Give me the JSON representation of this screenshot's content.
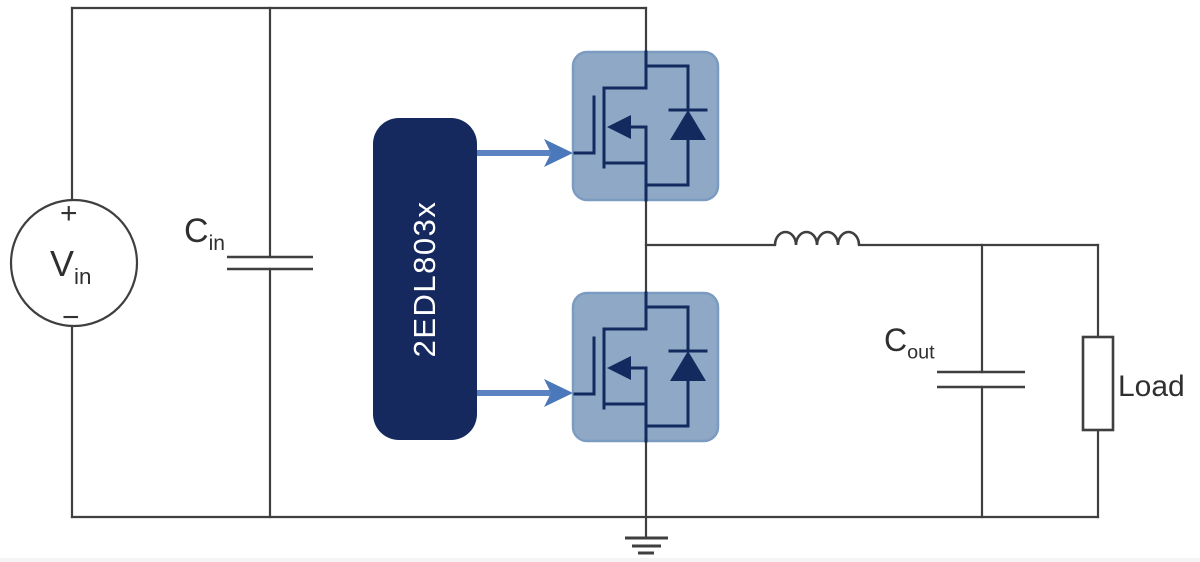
{
  "diagram": {
    "kind": "power-circuit-schematic",
    "labels": {
      "vin": {
        "main": "V",
        "sub": "in"
      },
      "vin_plus": "+",
      "vin_minus": "−",
      "cin": {
        "main": "C",
        "sub": "in"
      },
      "cout": {
        "main": "C",
        "sub": "out"
      },
      "load": "Load",
      "driver": "2EDL803x"
    },
    "colors": {
      "wire": "#3f3f3f",
      "driver_navy": "#15295f",
      "arrow_blue": "#5b83c4",
      "arrowhead_blue": "#4b77bb",
      "mosfet_fill": "#8ea8c6",
      "mosfet_border": "#7b9cc0",
      "mosfet_symbol": "#122a5e",
      "label_text": "#2f2f2f",
      "driver_text": "#ffffff"
    }
  }
}
